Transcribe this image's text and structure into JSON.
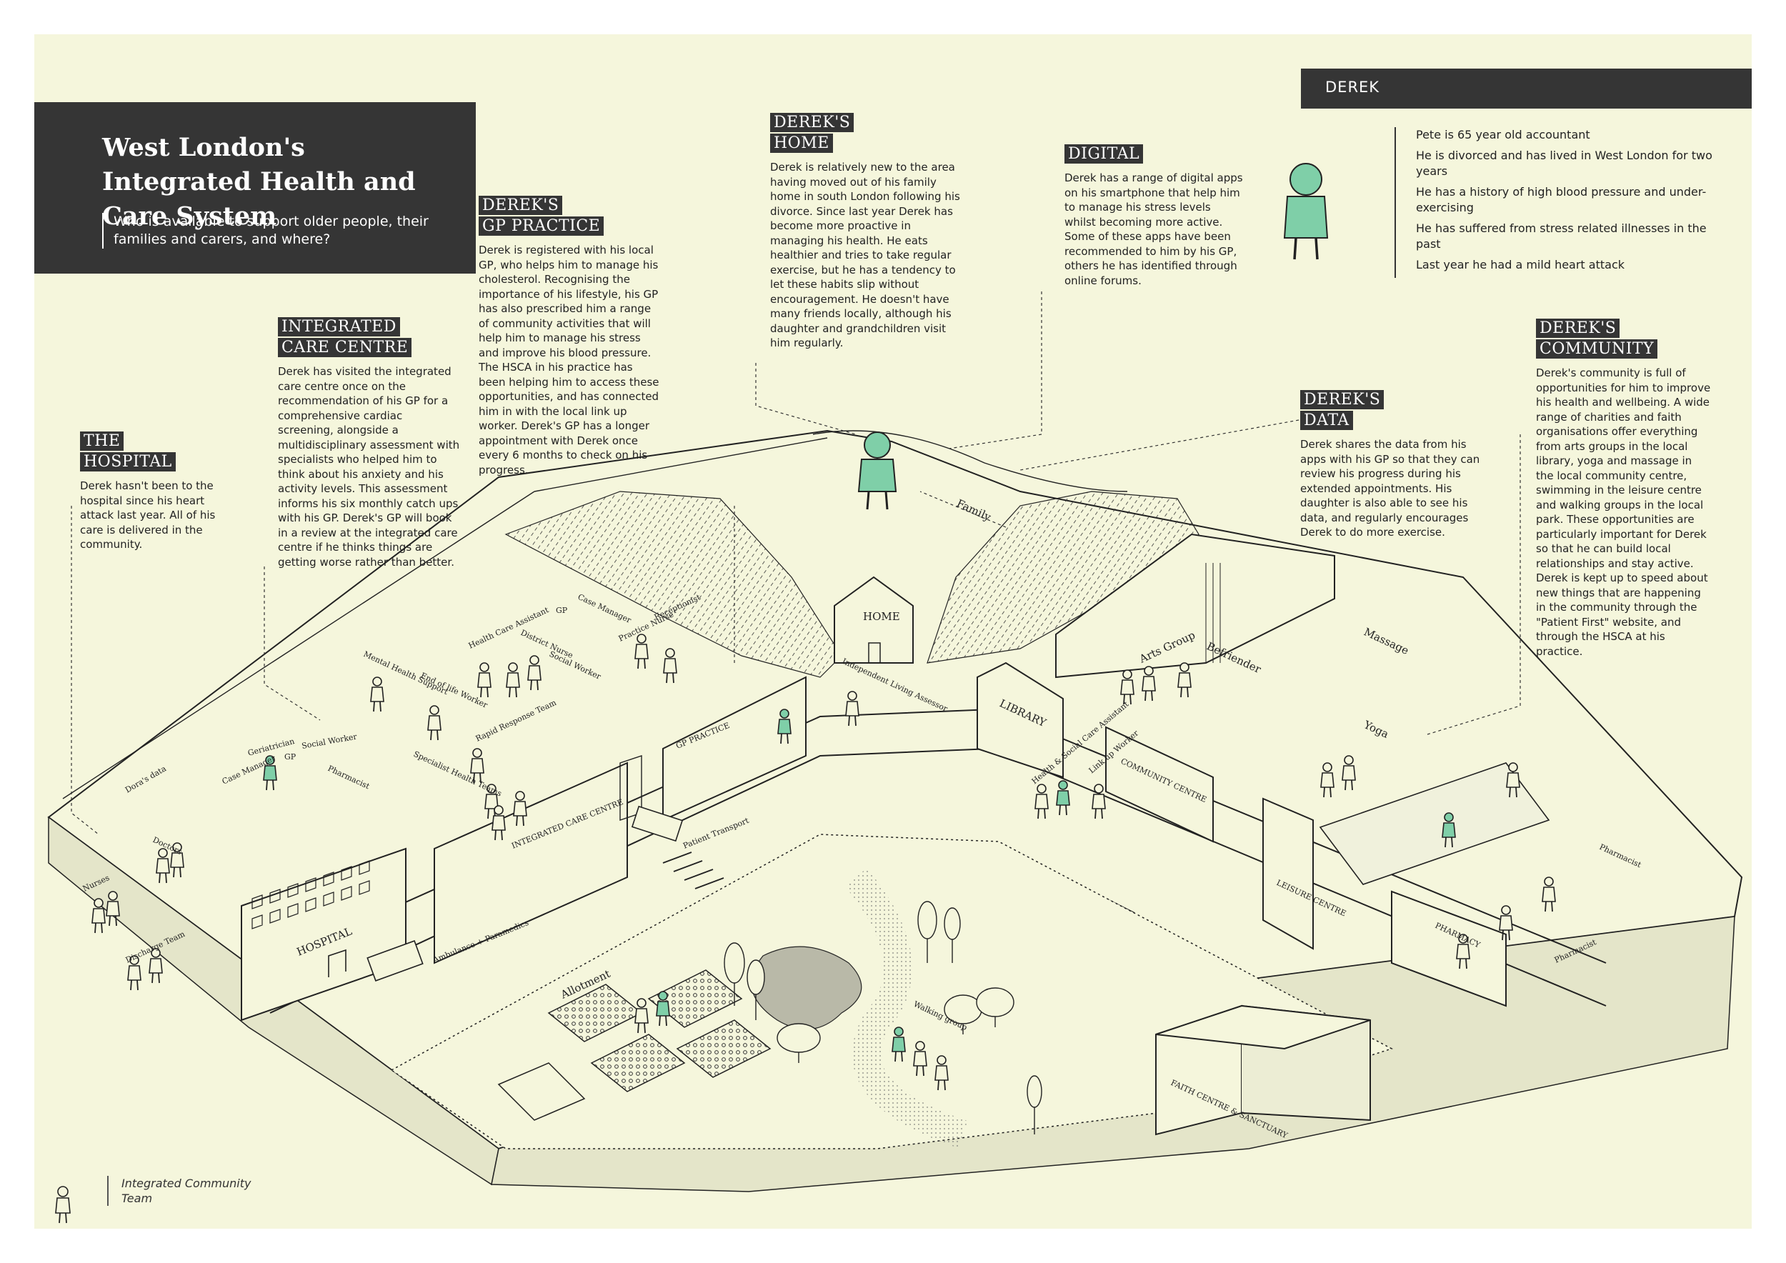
{
  "title": {
    "main": "West London's Integrated Health and Care System",
    "subtitle": "Who is available to support older people, their families and carers, and where?"
  },
  "sections": {
    "hospital": {
      "heading": [
        "THE",
        "HOSPITAL"
      ],
      "body": "Derek hasn't been to the hospital since his heart attack last year. All of his care is delivered in the community."
    },
    "icc": {
      "heading": [
        "INTEGRATED",
        "CARE CENTRE"
      ],
      "body": "Derek has visited the integrated care centre once on the recommendation of his GP for a comprehensive cardiac screening, alongside a multidisciplinary assessment with specialists who helped him to think about his anxiety and his activity levels. This assessment informs his six monthly catch ups with his GP. Derek's GP will book in a review at the integrated care centre if he thinks things are getting worse rather than better."
    },
    "gp": {
      "heading": [
        "DEREK'S",
        "GP PRACTICE"
      ],
      "body": "Derek is registered with his local GP, who helps him to manage his cholesterol. Recognising the importance of his lifestyle, his GP has also prescribed him a range of community activities that will help him to manage his stress and improve his blood pressure. The HSCA in his practice has been helping him to access these opportunities, and has connected him in with the local link up worker. Derek's GP has a longer appointment with Derek once every 6 months to check on his progress."
    },
    "home": {
      "heading": [
        "DEREK'S",
        "HOME"
      ],
      "body": "Derek is relatively new to the area having moved out of his family home in south London following his divorce. Since last year Derek has become more proactive in managing his health. He eats healthier and tries to take regular exercise, but he has a tendency to let these habits slip without encouragement. He doesn't have many friends locally, although his daughter and grandchildren visit him regularly."
    },
    "digital": {
      "heading": [
        "DIGITAL"
      ],
      "body": "Derek has a range of digital apps on his smartphone that help him to manage his stress levels whilst becoming more active. Some of these apps have been recommended to him by his GP, others he has identified through online forums."
    },
    "data": {
      "heading": [
        "DEREK'S",
        "DATA"
      ],
      "body": "Derek shares the data from his apps with his GP so that they can review his progress during his extended appointments. His daughter is also able to see his data, and regularly encourages Derek to do more exercise."
    },
    "community": {
      "heading": [
        "DEREK'S",
        "COMMUNITY"
      ],
      "body": "Derek's community is full of opportunities for him to improve his health and wellbeing. A wide range of charities and faith organisations offer everything from arts groups in the local library, yoga and massage in the local community centre, swimming in the leisure centre and walking groups in the local park. These opportunities are particularly important for Derek so that he can build local relationships and stay active. Derek is kept up to speed about new things that are happening in the community through the \"Patient First\" website, and through the HSCA at his practice."
    }
  },
  "profile": {
    "name": "DEREK",
    "facts": [
      "Pete is 65 year old accountant",
      "He is divorced and has lived in West London for two years",
      "He has a history of high blood pressure and under-exercising",
      "He has suffered from stress related illnesses in the past",
      "Last year he had a mild heart attack"
    ]
  },
  "legend": {
    "label": "Integrated Community Team"
  },
  "map_labels": {
    "home": "HOME",
    "hospital": "HOSPITAL",
    "icc": "INTEGRATED CARE CENTRE",
    "gp_practice": "GP PRACTICE",
    "library": "LIBRARY",
    "community_centre": "COMMUNITY CENTRE",
    "leisure_centre": "LEISURE CENTRE",
    "pharmacy": "PHARMACY",
    "faith_centre": "FAITH CENTRE & SANCTUARY",
    "doras_data": "Dora's data",
    "doctors": "Doctors",
    "nurses": "Nurses",
    "discharge_team": "Discharge Team",
    "ambulance": "Ambulance + Paramedics",
    "patient_transport": "Patient Transport",
    "case_manager": "Case Manager",
    "geriatrician": "Geriatrician",
    "gp": "GP",
    "social_worker": "Social Worker",
    "pharmacist": "Pharmacist",
    "mental_health": "Mental Health Support",
    "end_of_life": "End of life Worker",
    "rapid_response": "Rapid Response Team",
    "specialist": "Specialist Health Teams",
    "hca": "Health Care Assistant",
    "district_nurse": "District Nurse",
    "social_worker2": "Social Worker",
    "gp2": "GP",
    "case_manager2": "Case Manager",
    "practice_nurse": "Practice Nurse",
    "receptionist": "Receptionist",
    "ila": "Independent Living Assessor",
    "family": "Family",
    "hsca": "Health & Social Care Assistant",
    "link_up": "Link up Worker",
    "arts_group": "Arts Group",
    "befriender": "Befriender",
    "massage": "Massage",
    "yoga": "Yoga",
    "pharmacist2": "Pharmacist",
    "pharmacist3": "Pharmacist",
    "allotment": "Allotment",
    "walking_group": "Walking group"
  },
  "colors": {
    "background": "#f5f6dc",
    "panel": "#353535",
    "figure_accent": "#7fcfa8",
    "line": "#222222"
  }
}
